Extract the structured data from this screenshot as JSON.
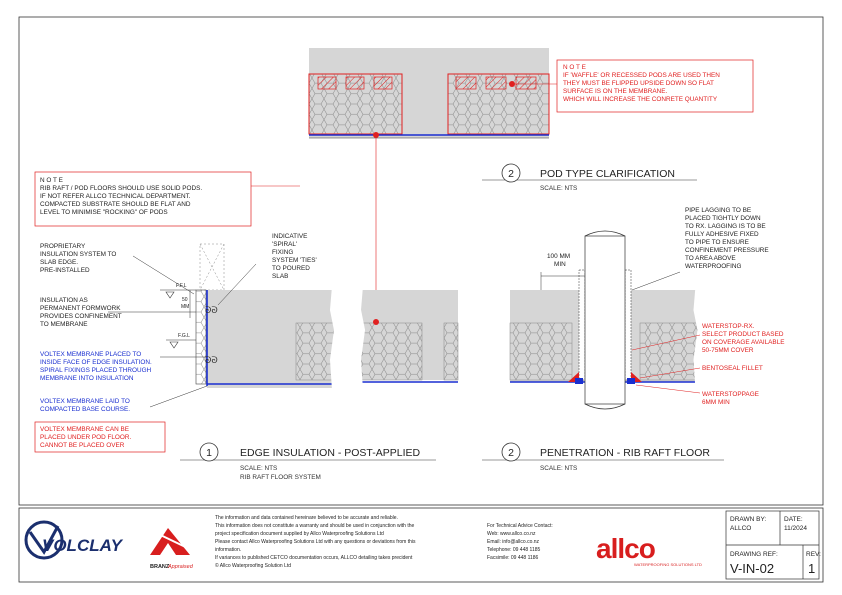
{
  "notes": {
    "pod_note": {
      "heading": "N O T E",
      "lines": [
        "IF 'WAFFLE' OR RECESSED PODS ARE USED THEN",
        "THEY MUST BE FLIPPED UPSIDE DOWN SO FLAT",
        "SURFACE IS ON THE MEMBRANE.",
        "WHICH WILL INCREASE THE CONRETE QUANTITY"
      ]
    },
    "raft_note": {
      "heading": "N O T E",
      "lines": [
        "RIB RAFT / POD FLOORS SHOULD USE SOLID PODS.",
        "IF NOT REFER ALLCO TECHNICAL DEPARTMENT.",
        "COMPACTED SUBSTRATE SHOULD BE FLAT AND",
        "LEVEL TO MINIMISE \"ROCKING\" OF PODS"
      ]
    },
    "voltex_note": {
      "lines": [
        "VOLTEX MEMBRANE CAN BE",
        "PLACED UNDER POD FLOOR.",
        "CANNOT BE PLACED OVER"
      ]
    }
  },
  "details": {
    "pod_type": {
      "number": "2",
      "title": "POD TYPE CLARIFICATION",
      "scale": "SCALE: NTS"
    },
    "edge": {
      "number": "1",
      "title": "EDGE INSULATION - POST-APPLIED",
      "scale": "SCALE: NTS",
      "subtitle": "RIB RAFT FLOOR SYSTEM"
    },
    "penetration": {
      "number": "2",
      "title": "PENETRATION - RIB RAFT FLOOR",
      "scale": "SCALE: NTS"
    }
  },
  "labels": {
    "proprietary": [
      "PROPRIETARY",
      "INSULATION SYSTEM TO",
      "SLAB EDGE.",
      "PRE-INSTALLED"
    ],
    "indicative": [
      "INDICATIVE",
      "'SPIRAL'",
      "FIXING",
      "SYSTEM 'TIES'",
      "TO POURED",
      "SLAB"
    ],
    "insulation_formwork": [
      "INSULATION AS",
      "PERMANENT FORMWORK",
      "PROVIDES CONFINEMENT",
      "TO MEMBRANE"
    ],
    "voltex_inside": [
      "VOLTEX MEMBRANE PLACED TO",
      "INSIDE FACE OF EDGE INSULATION.",
      "SPIRAL FIXINGS PLACED THROUGH",
      "MEMBRANE INTO INSULATION"
    ],
    "voltex_base": [
      "VOLTEX MEMBRANE LAID TO",
      "COMPACTED BASE COURSE."
    ],
    "ffl": "F.F.L",
    "fgl": "F.G.L",
    "fifty_mm": [
      "50",
      "MM"
    ],
    "min_100": [
      "100 MM",
      "MIN"
    ],
    "pipe_lagging": [
      "PIPE LAGGING TO BE",
      "PLACED TIGHTLY DOWN",
      "TO RX. LAGGING IS TO BE",
      "FULLY ADHESIVE FIXED",
      "TO PIPE TO ENSURE",
      "CONFINEMENT PRESSURE",
      "TO AREA ABOVE",
      "WATERPROOFING"
    ],
    "waterstop_rx": [
      "WATERSTOP-RX.",
      "SELECT PRODUCT BASED",
      "ON COVERAGE AVAILABLE",
      "50-75MM COVER"
    ],
    "bentoseal": "BENTOSEAL FILLET",
    "waterstoppage": [
      "WATERSTOPPAGE",
      "6MM MIN"
    ]
  },
  "title_block": {
    "volclay_logo": "VOLCLAY",
    "branz": [
      "BRANZ",
      "Appraised"
    ],
    "disclaimer": [
      "The information and data contained hereinare believed to be accurate and reliable.",
      "This information does not constitute a warranty and should be used in conjunction with the",
      "project specification document supplied by Allco Waterproofing Solutions Ltd",
      "Please contact Allco Waterproofing Solutions Ltd with any questions or deviations from this",
      "information.",
      "If variances to published CETCO documentation occurs, ALLCO detailing takes precident",
      "© Allco Waterproofing Solution Ltd"
    ],
    "contact": [
      "For Technical Advice Contact:",
      "Web: www.allco.co.nz",
      "Email: info@allco.co.nz",
      "Telephone: 09 448 1185",
      "Facsimile: 09 448 1186"
    ],
    "allco_logo": "allco",
    "allco_tagline": "WATERPROOFING SOLUTIONS LTD",
    "drawn_by_label": "DRAWN BY:",
    "drawn_by": "ALLCO",
    "date_label": "DATE:",
    "date": "11/2024",
    "drawing_ref_label": "DRAWING REF:",
    "drawing_ref": "V-IN-02",
    "rev_label": "REV:",
    "rev": "1"
  },
  "colors": {
    "red": "#e02020",
    "blue": "#1a2fd0",
    "slab": "#d6d6d6",
    "allco": "#d81e1e",
    "volclay": "#1b2f6e"
  }
}
